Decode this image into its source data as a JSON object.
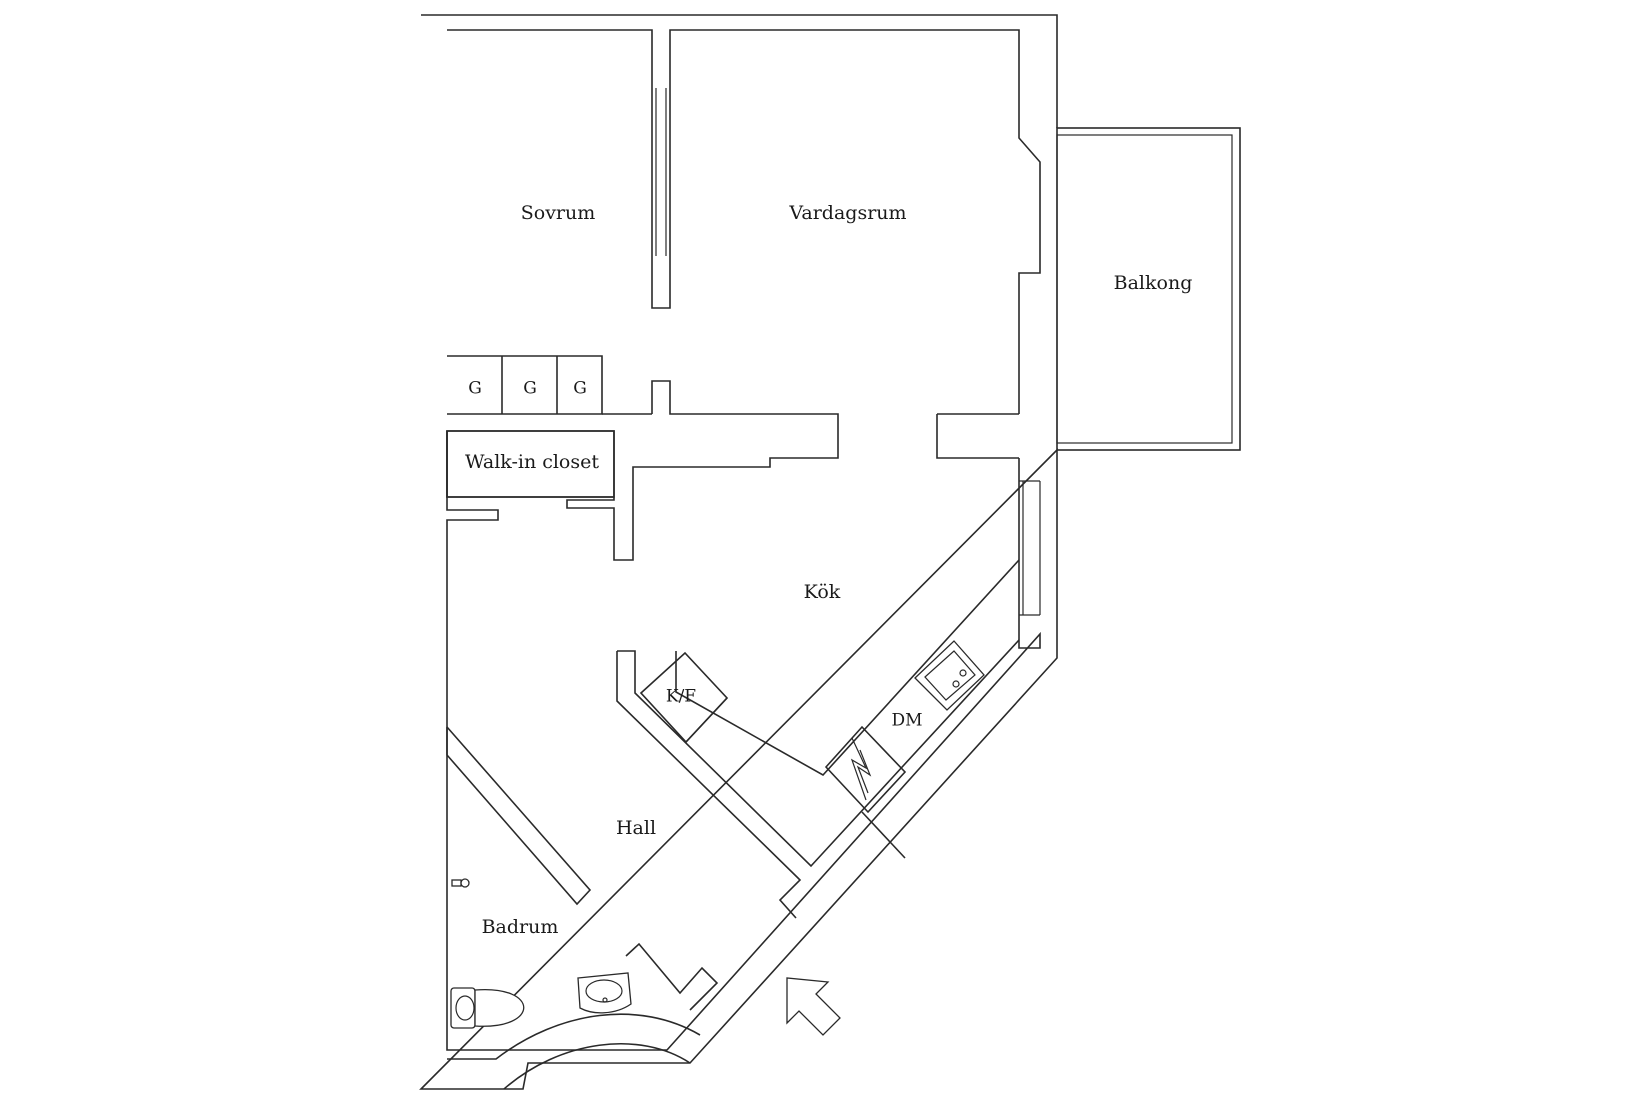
{
  "rooms": {
    "sovrum": "Sovrum",
    "vardagsrum": "Vardagsrum",
    "balkong": "Balkong",
    "walk_in_closet": "Walk-in closet",
    "kok": "Kök",
    "hall": "Hall",
    "badrum": "Badrum"
  },
  "fixtures": {
    "wardrobe_1": "G",
    "wardrobe_2": "G",
    "wardrobe_3": "G",
    "fridge_freezer": "K/F",
    "dishwasher": "DM"
  },
  "icons": {
    "entrance": "entrance-arrow-icon",
    "stove": "stove-icon",
    "sink": "kitchen-sink-icon",
    "washbasin": "washbasin-icon",
    "toilet": "toilet-icon",
    "shower": "shower-icon"
  },
  "colors": {
    "line": "#2a2a2a",
    "background": "#ffffff"
  }
}
